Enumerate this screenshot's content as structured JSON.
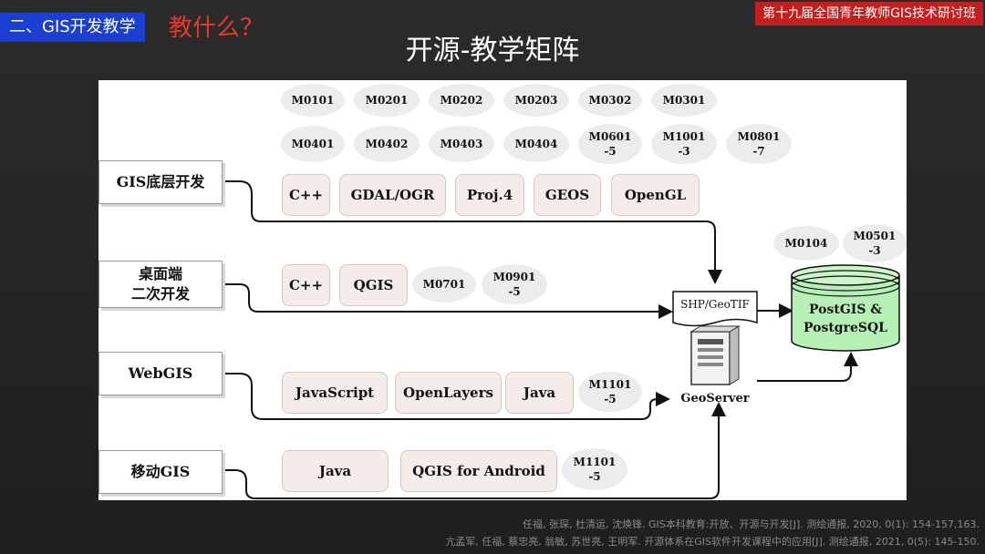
{
  "header": {
    "section_tag": "二、GIS开发教学",
    "question": "教什么？",
    "event_banner": "第十九届全国青年教师GIS技术研讨班",
    "title": "开源-教学矩阵"
  },
  "rows": [
    {
      "label": "GIS底层开发",
      "tech": [
        "C++",
        "GDAL/OGR",
        "Proj.4",
        "GEOS",
        "OpenGL"
      ],
      "modules": []
    },
    {
      "label": "桌面端\n二次开发",
      "tech": [
        "C++",
        "QGIS"
      ],
      "modules": [
        "M0701",
        "M0901\n-5"
      ]
    },
    {
      "label": "WebGIS",
      "tech": [
        "JavaScript",
        "OpenLayers",
        "Java"
      ],
      "modules": [
        "M1101\n-5"
      ]
    },
    {
      "label": "移动GIS",
      "tech": [
        "Java",
        "QGIS for Android"
      ],
      "modules": [
        "M1101\n-5"
      ]
    }
  ],
  "top_modules": {
    "row1": [
      "M0101",
      "M0201",
      "M0202",
      "M0203",
      "M0302",
      "M0301"
    ],
    "row2": [
      "M0401",
      "M0402",
      "M0403",
      "M0404",
      "M0601\n-5",
      "M1001\n-3",
      "M0801\n-7"
    ]
  },
  "db_modules": [
    "M0104",
    "M0501\n-3"
  ],
  "server": {
    "format_label": "SHP/GeoTIF",
    "name": "GeoServer"
  },
  "database": {
    "label": "PostGIS &\nPostgreSQL",
    "color": "#b6f0b6"
  },
  "citations": [
    "任福, 张琛, 杜清运, 沈焕锋. GIS本科教育:开放、开源与开发[J]. 测绘通报, 2020, 0(1): 154-157,163.",
    "亢孟军, 任福, 蔡忠亮, 翁敏, 苏世亮, 王明军. 开源体系在GIS软件开发课程中的应用[J]. 测绘通报, 2021, 0(5): 145-150."
  ],
  "colors": {
    "section_tag_bg": "#1a3fd1",
    "question_text": "#e33a2c",
    "banner_bg": "#c21f1f"
  }
}
